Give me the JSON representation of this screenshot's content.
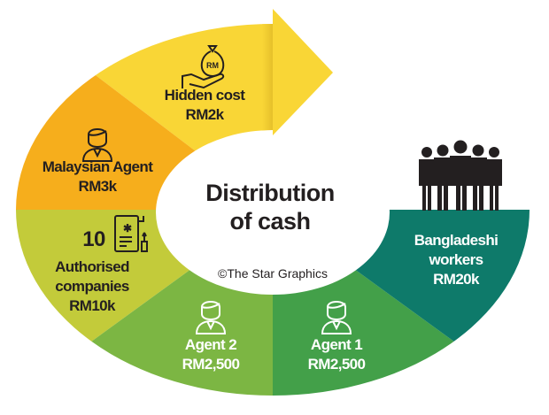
{
  "title": {
    "line1": "Distribution",
    "line2": "of cash"
  },
  "credit": "©The Star Graphics",
  "segments": [
    {
      "name": "Hidden cost",
      "amount": "RM2k",
      "icon": "money-bag-hand-icon",
      "icon_text": "RM",
      "color": "#F9D636"
    },
    {
      "name": "Malaysian Agent",
      "amount": "RM3k",
      "icon": "person-icon",
      "color": "#F6AE1C"
    },
    {
      "count": "10",
      "name_line1": "Authorised",
      "name_line2": "companies",
      "amount": "RM10k",
      "icon": "certificate-document-icon",
      "color": "#C3CB3A"
    },
    {
      "name": "Agent 2",
      "amount": "RM2,500",
      "icon": "person-icon",
      "color": "#7CB643"
    },
    {
      "name": "Agent 1",
      "amount": "RM2,500",
      "icon": "person-icon",
      "color": "#43A049"
    },
    {
      "name_line1": "Bangladeshi",
      "name_line2": "workers",
      "amount": "RM20k",
      "icon": "group-of-people-icon",
      "color": "#0E7A6A"
    }
  ]
}
